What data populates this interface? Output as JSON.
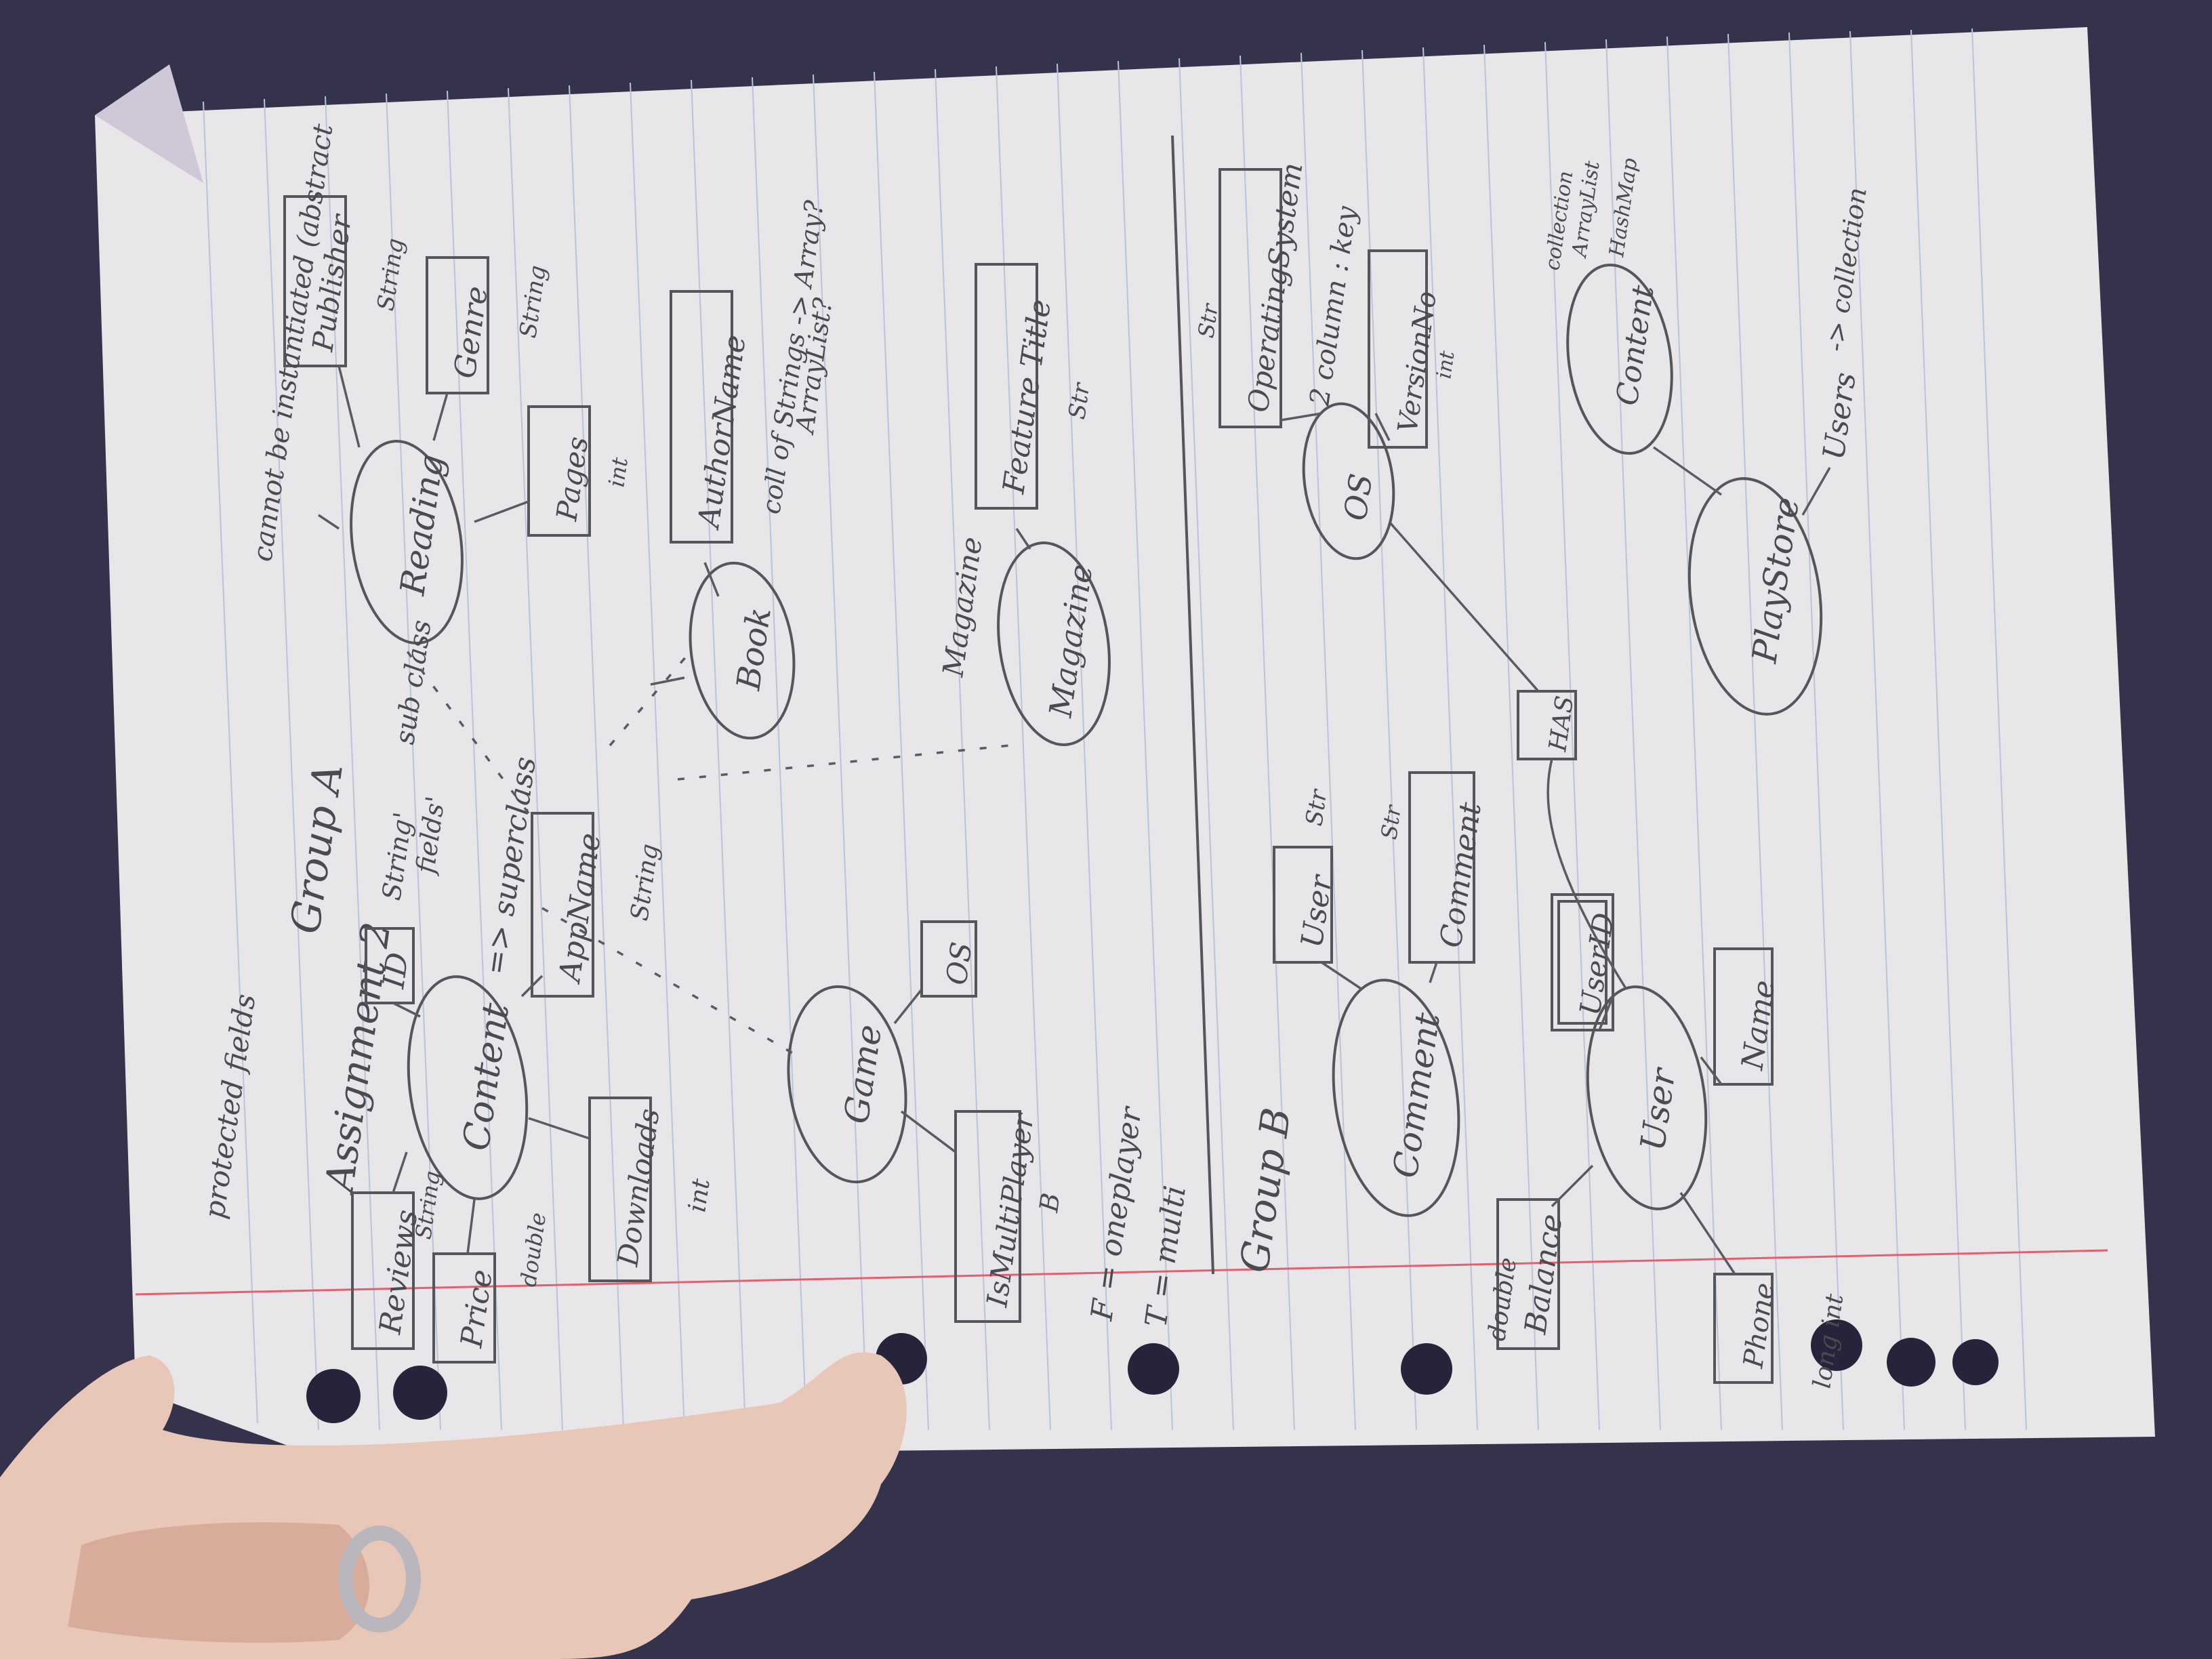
{
  "sheet": {
    "title": "Assignment 2",
    "group_a": "Group A",
    "group_b": "Group B"
  },
  "group_a": {
    "content": "Content",
    "superclass_note": "=> superclass",
    "id": "ID",
    "id_type": "String'",
    "id_type2": "fields'",
    "app_name": "AppName",
    "app_name_type": "String",
    "downloads": "Downloads",
    "downloads_type": "int",
    "reviews": "Reviews",
    "reviews_type": "String",
    "price": "Price",
    "price_type": "double",
    "corner_note": "protected fields",
    "reading": "Reading",
    "subclass_note": "sub class",
    "publisher": "Publisher",
    "publisher_type": "String",
    "genre": "Genre",
    "genre_type": "String",
    "pages": "Pages",
    "pages_type": "int",
    "cannot_note": "cannot be instantiated (abstract",
    "book": "Book",
    "author_name": "AuthorName",
    "author_note1": "coll of Strings -> Array?",
    "author_note2": "ArrayList?",
    "magazine": "Magazine",
    "magazine_label": "Magazine",
    "feature_title": "Feature Title",
    "feature_type": "Str",
    "game": "Game",
    "os": "OS",
    "is_multiplayer": "IsMultiPlayer",
    "multiplayer_type": "B",
    "f_note": "F = oneplayer",
    "t_note": "T = multi"
  },
  "group_b": {
    "comment_entity": "Comment",
    "user_box": "User",
    "user_type": "Str",
    "comment_box": "Comment",
    "comment_type": "Str",
    "user_entity": "User",
    "user_id": "UserID",
    "name": "Name",
    "balance": "Balance",
    "balance_type": "double",
    "phone": "Phone",
    "phone_type": "long int",
    "has": "HAS",
    "os_entity": "OS",
    "operating_system": "OperatingSystem",
    "os_type": "Str",
    "col_note": "2 column : key",
    "version_no": "VersionNo",
    "version_type": "int",
    "playstore": "PlayStore",
    "content": "Content",
    "collection_note": "collection",
    "collection_note2": "ArrayList",
    "collection_note3": "HashMap",
    "users": "Users",
    "users_note": "-> collection"
  }
}
